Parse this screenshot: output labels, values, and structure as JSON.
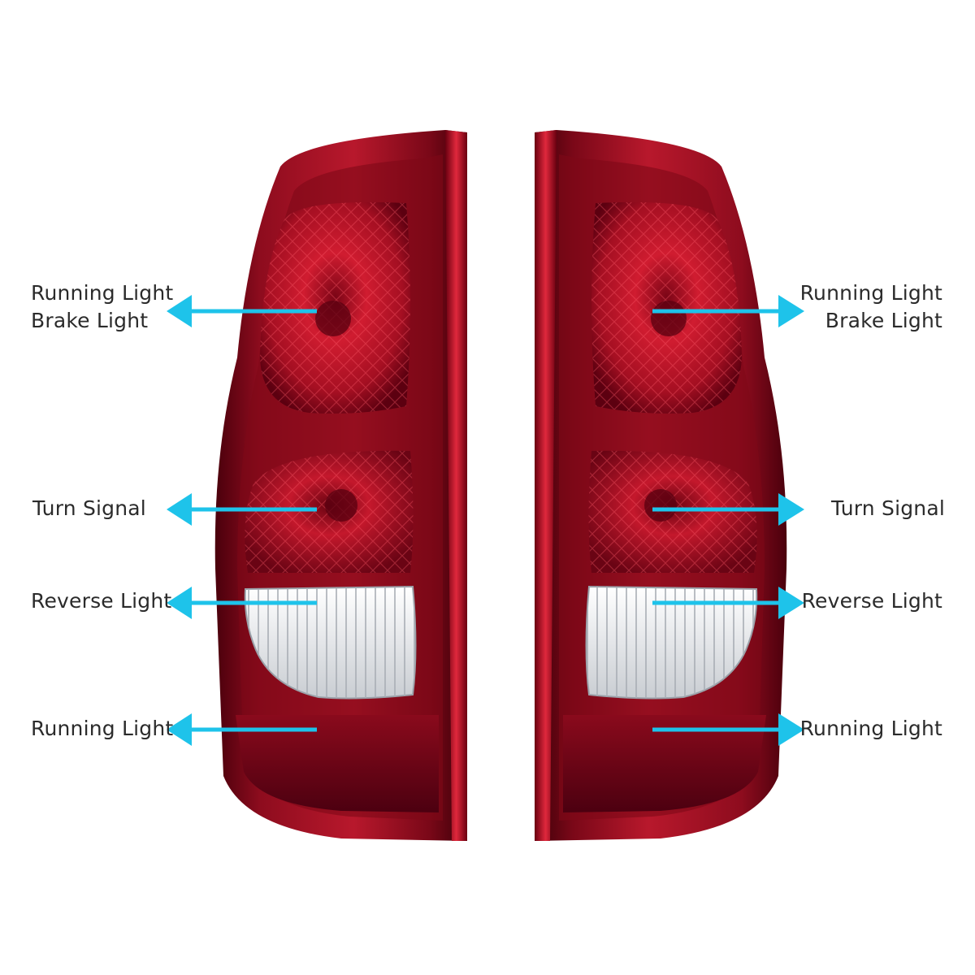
{
  "labels": {
    "running_brake_line1": "Running Light",
    "running_brake_line2": "Brake Light",
    "turn_signal": "Turn Signal",
    "reverse_light": "Reverse Light",
    "running_light": "Running Light"
  },
  "colors": {
    "arrow": "#1ec3ea",
    "housing_dark": "#5a0010",
    "housing_red": "#b0142a",
    "lens_red": "#c8182c",
    "reverse_clear": "#eef0f2"
  }
}
